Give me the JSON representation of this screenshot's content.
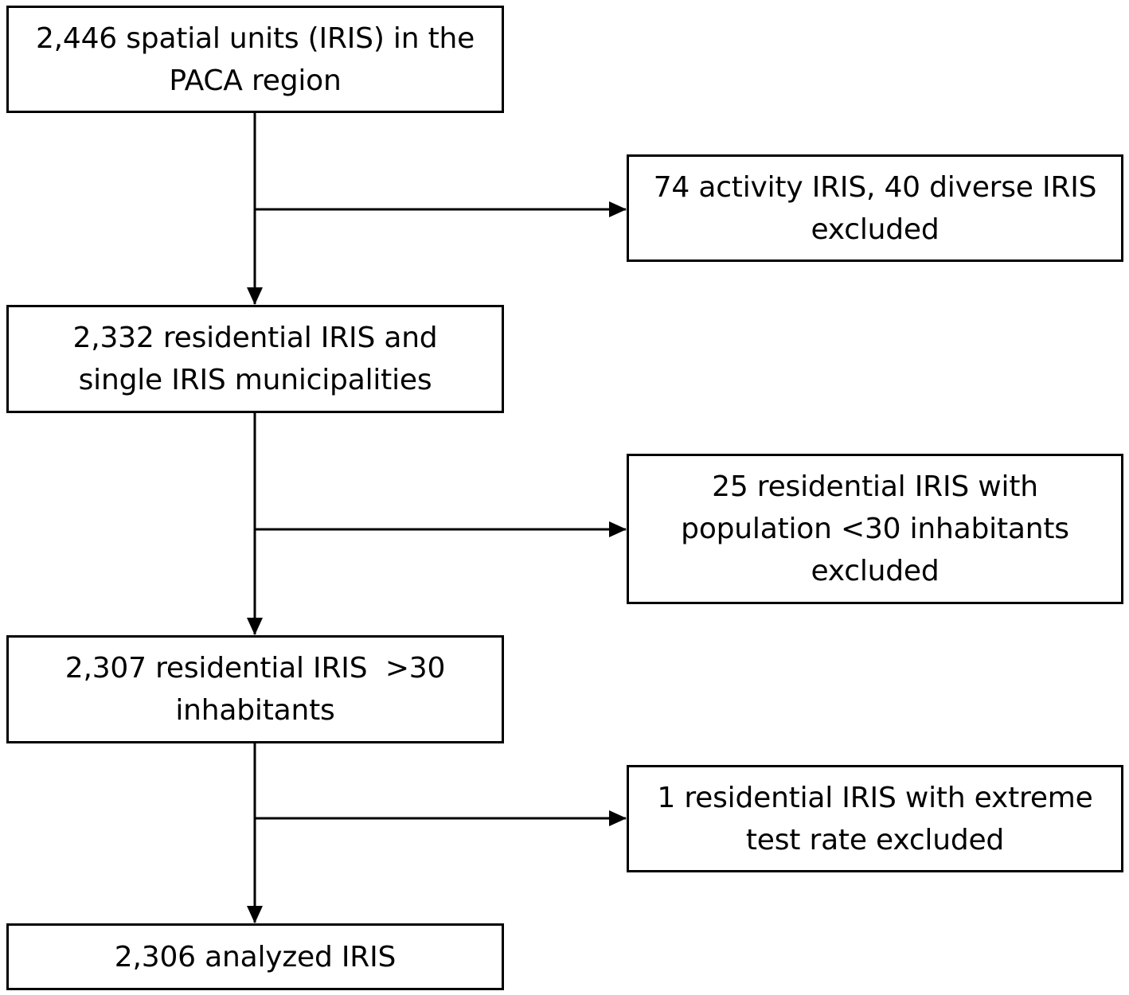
{
  "flowchart": {
    "main_steps": [
      {
        "lines": [
          "2,446 spatial units (IRIS) in the",
          "PACA region"
        ]
      },
      {
        "lines": [
          "2,332 residential IRIS and",
          "single IRIS municipalities"
        ]
      },
      {
        "lines": [
          "2,307 residential IRIS  >30",
          "inhabitants"
        ]
      },
      {
        "lines": [
          "2,306 analyzed IRIS"
        ]
      }
    ],
    "exclusions": [
      {
        "lines": [
          "74 activity IRIS, 40 diverse IRIS",
          "excluded"
        ]
      },
      {
        "lines": [
          "25 residential IRIS with",
          "population <30 inhabitants",
          "excluded"
        ]
      },
      {
        "lines": [
          "1 residential IRIS with extreme",
          "test rate excluded"
        ]
      }
    ]
  },
  "colors": {
    "box_border": "#000000",
    "connector": "#000000",
    "background": "#ffffff"
  }
}
